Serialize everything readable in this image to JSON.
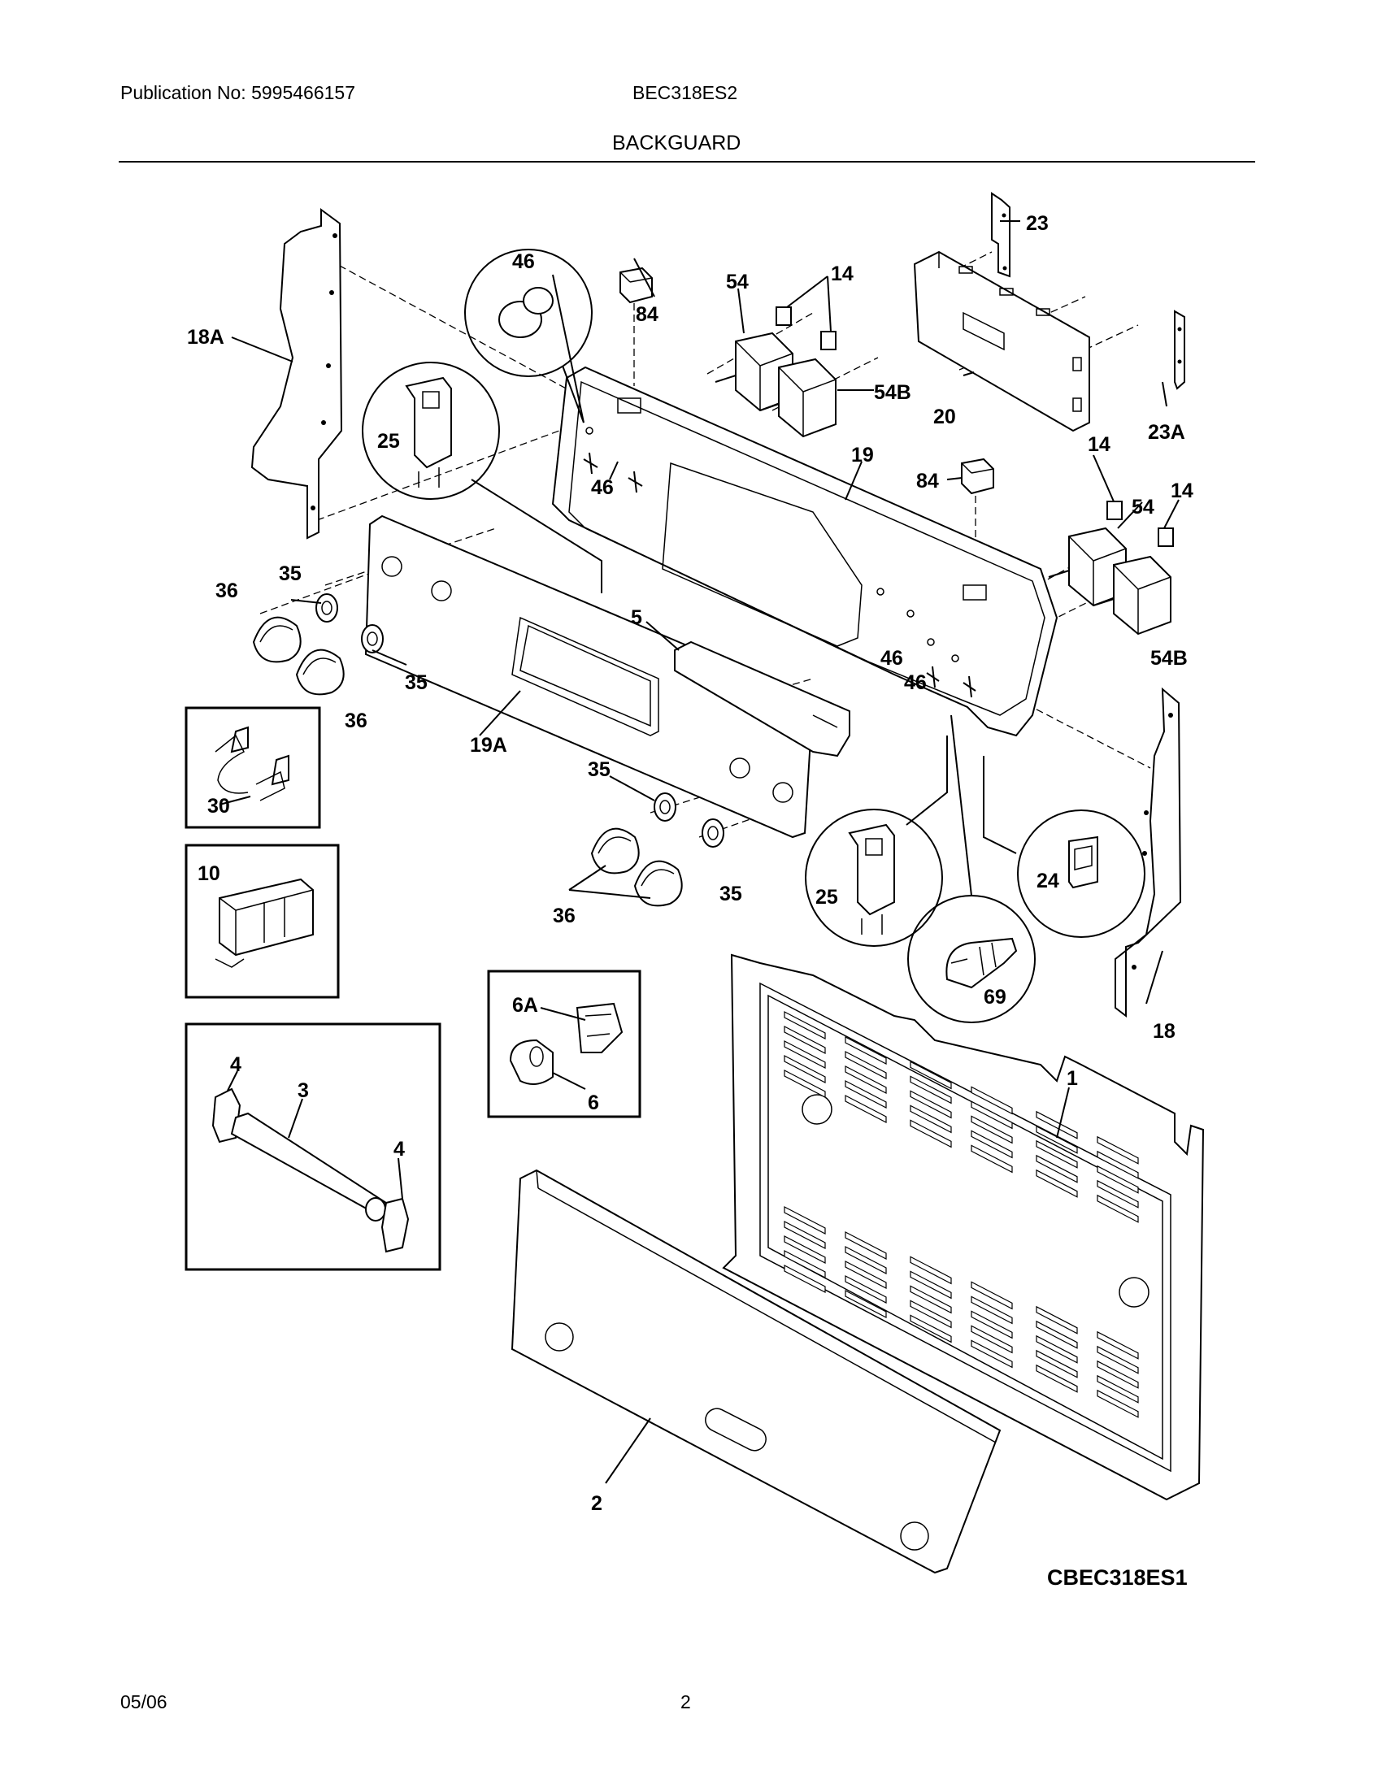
{
  "header": {
    "publication": "Publication No: 5995466157",
    "model": "BEC318ES2",
    "section": "BACKGUARD"
  },
  "footer": {
    "date": "05/06",
    "page": "2"
  },
  "diagram_code": "CBEC318ES1",
  "callouts": {
    "c46_circle": "46",
    "c84_top": "84",
    "c54_top": "54",
    "c14_top": "14",
    "c23": "23",
    "c18A": "18A",
    "c25_left": "25",
    "c54B_top": "54B",
    "c20": "20",
    "c23A": "23A",
    "c19": "19",
    "c46_left": "46",
    "c84_right": "84",
    "c14_right_a": "14",
    "c54_right": "54",
    "c14_right_b": "14",
    "c36_left": "36",
    "c35_left_a": "35",
    "c5": "5",
    "c46_mid_a": "46",
    "c46_mid_b": "46",
    "c54B_right": "54B",
    "c35_left_b": "35",
    "c36_left_b": "36",
    "c19A": "19A",
    "c30": "30",
    "c35_mid_a": "35",
    "c10": "10",
    "c25_right": "25",
    "c24": "24",
    "c36_mid": "36",
    "c35_mid_b": "35",
    "c69": "69",
    "c18": "18",
    "c6A": "6A",
    "c6": "6",
    "c1": "1",
    "c4_a": "4",
    "c3": "3",
    "c4_b": "4",
    "c2": "2"
  }
}
